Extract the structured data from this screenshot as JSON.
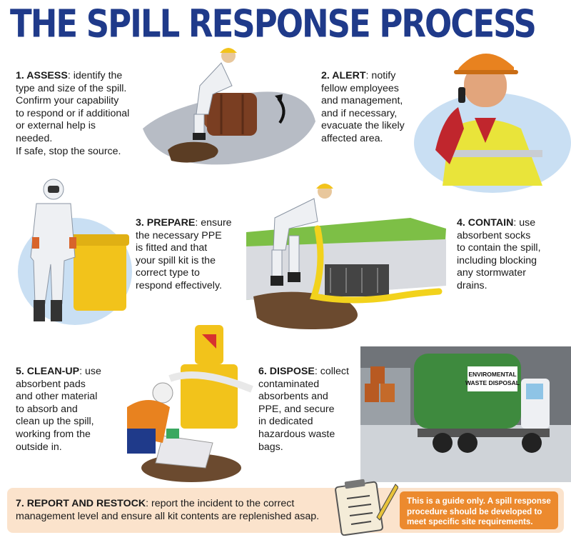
{
  "title": "THE SPILL RESPONSE PROCESS",
  "steps": [
    {
      "label": "1. ASSESS",
      "lines": [
        ": identify the",
        "type and size of the spill.",
        "Confirm your capability",
        "to respond or if additional",
        "or external help is",
        "needed.",
        "If safe, stop the source."
      ]
    },
    {
      "label": "2. ALERT",
      "lines": [
        ": notify",
        "fellow employees",
        "and management,",
        "and if necessary,",
        "evacuate the likely",
        "affected area."
      ]
    },
    {
      "label": "3. PREPARE",
      "lines": [
        ": ensure",
        "the necessary PPE",
        "is fitted and that",
        "your spill kit is the",
        "correct type to",
        "respond effectively."
      ]
    },
    {
      "label": "4. CONTAIN",
      "lines": [
        ": use",
        "absorbent socks",
        "to contain the spill,",
        "including blocking",
        "any stormwater",
        "drains."
      ]
    },
    {
      "label": "5. CLEAN-UP",
      "lines": [
        ": use",
        "absorbent pads",
        "and other material",
        "to absorb and",
        "clean up the spill,",
        "working from the",
        "outside in."
      ]
    },
    {
      "label": "6. DISPOSE",
      "lines": [
        ": collect",
        "contaminated",
        "absorbents and",
        "PPE, and secure",
        "in dedicated",
        "hazardous waste",
        "bags."
      ]
    }
  ],
  "report": {
    "label": "7. REPORT AND RESTOCK",
    "line1": ": report the incident to the correct",
    "line2": "management level and ensure all kit contents are replenished asap."
  },
  "note": {
    "line1": "This is a guide only. A spill response",
    "line2": "procedure should be developed to",
    "line3": "meet specific site requirements."
  },
  "truck_sign": {
    "line1": "ENVIROMENTAL",
    "line2": "WASTE DISPOSAL"
  },
  "colors": {
    "title_blue": "#1f3a8a",
    "spill_brown": "#6b4a2f",
    "kit_yellow": "#f2c31b",
    "hivis_yellow": "#e9e43a",
    "hardhat_orange": "#e8821f",
    "truck_green": "#3e8a3e",
    "note_orange": "#ec8a2e",
    "report_peach": "#fbe3cc"
  }
}
